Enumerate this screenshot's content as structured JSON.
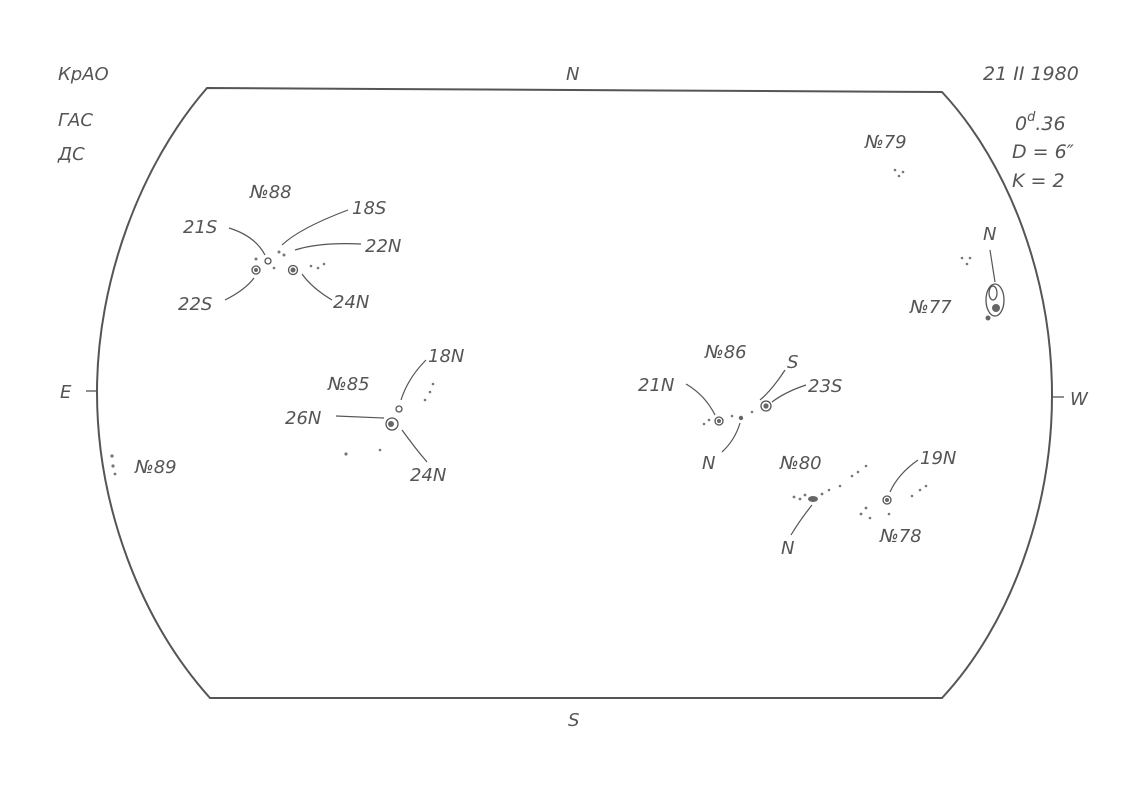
{
  "header": {
    "observatory": "КрАО",
    "line2": "ГАС",
    "line3": "ДС",
    "date": "21 II 1980",
    "time_base": "0",
    "time_sup": "d",
    "time_frac": ".36",
    "disk": "D = 6″",
    "k": "K = 2"
  },
  "directions": {
    "north": "N",
    "south": "S",
    "east": "E",
    "west": "W"
  },
  "groups": {
    "g88": {
      "number": "№88",
      "a": "21S",
      "b": "18S",
      "c": "22N",
      "d": "22S",
      "e": "24N"
    },
    "g85": {
      "number": "№85",
      "a": "18N",
      "b": "26N",
      "c": "24N"
    },
    "g86": {
      "number": "№86",
      "a": "S",
      "b": "21N",
      "c": "23S",
      "d": "N"
    },
    "g89": {
      "number": "№89"
    },
    "g79": {
      "number": "№79"
    },
    "g77": {
      "number": "№77",
      "a": "N"
    },
    "g80": {
      "number": "№80",
      "a": "N"
    },
    "g78": {
      "number": "№78",
      "a": "19N"
    }
  }
}
